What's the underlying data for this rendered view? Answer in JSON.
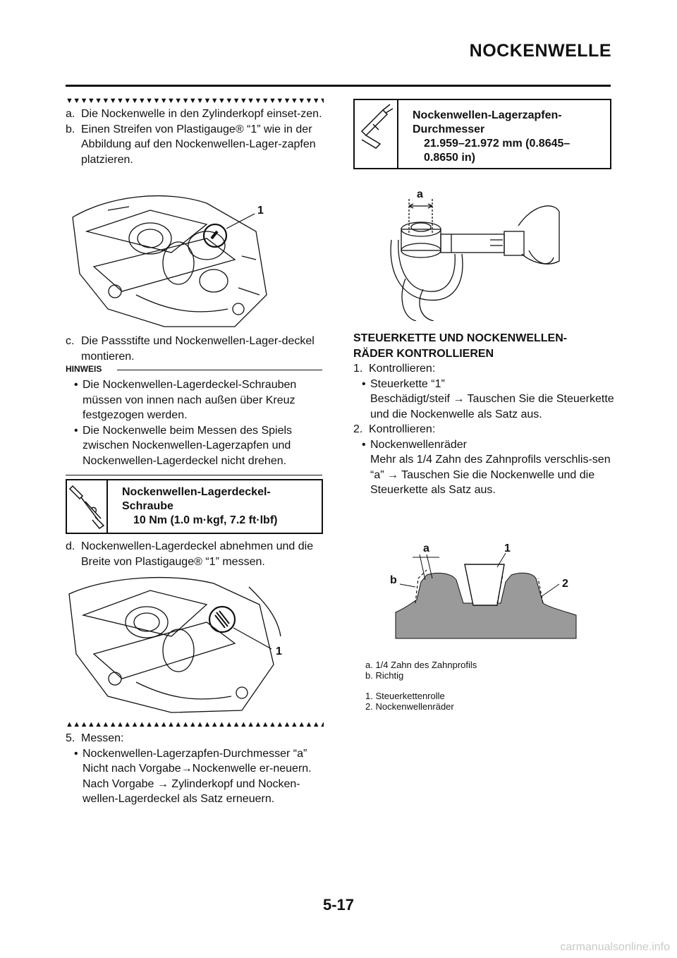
{
  "header": {
    "title": "NOCKENWELLE"
  },
  "footer": {
    "page_number": "5-17",
    "watermark": "carmanualsonline.info"
  },
  "left": {
    "triangles_down": "▼▼▼▼▼▼▼▼▼▼▼▼▼▼▼▼▼▼▼▼▼▼▼▼▼▼▼▼▼▼▼▼▼▼▼▼▼▼▼",
    "triangles_up": "▲▲▲▲▲▲▲▲▲▲▲▲▲▲▲▲▲▲▲▲▲▲▲▲▲▲▲▲▲▲▲▲▲▲▲▲▲▲▲",
    "step_a": {
      "label": "a.",
      "text": "Die Nockenwelle in den Zylinderkopf einset-zen."
    },
    "step_b": {
      "label": "b.",
      "text": "Einen Streifen von Plastigauge® “1” wie in der Abbildung auf den Nockenwellen-Lager-zapfen platzieren."
    },
    "fig1_callout": "1",
    "step_c": {
      "label": "c.",
      "text": "Die Passstifte und Nockenwellen-Lager-deckel montieren."
    },
    "hinweis": {
      "title": "HINWEIS",
      "bullets": [
        "Die Nockenwellen-Lagerdeckel-Schrauben müssen von innen nach außen über Kreuz festgezogen werden.",
        "Die Nockenwelle beim Messen des Spiels zwischen Nockenwellen-Lagerzapfen und Nockenwellen-Lagerdeckel nicht drehen."
      ]
    },
    "torque_spec": {
      "name_line1": "Nockenwellen-Lagerdeckel-",
      "name_line2": "Schraube",
      "value": "10 Nm (1.0 m·kgf, 7.2 ft·lbf)",
      "icon": "torque-wrench-icon"
    },
    "step_d": {
      "label": "d.",
      "text": "Nockenwellen-Lagerdeckel abnehmen und die Breite von Plastigauge® “1” messen."
    },
    "fig2_callout": "1",
    "step_5": {
      "label": "5.",
      "title": "Messen:",
      "bullet": "Nockenwellen-Lagerzapfen-Durchmesser “a”",
      "line1": "Nicht nach Vorgabe→Nockenwelle er-neuern.",
      "line2": "Nach Vorgabe → Zylinderkopf und Nocken-wellen-Lagerdeckel als Satz erneuern."
    }
  },
  "right": {
    "diameter_spec": {
      "name_line1": "Nockenwellen-Lagerzapfen-",
      "name_line2": "Durchmesser",
      "value": "21.959–21.972 mm (0.8645–0.8650 in)",
      "icon": "caliper-icon"
    },
    "fig3_callout": "a",
    "section": {
      "heading_line1": "STEUERKETTE UND NOCKENWELLEN-",
      "heading_line2": "RÄDER KONTROLLIEREN",
      "item1": {
        "label": "1.",
        "title": "Kontrollieren:",
        "bullet": "Steuerkette “1”",
        "text": "Beschädigt/steif → Tauschen Sie die Steuerkette und die Nockenwelle als Satz aus."
      },
      "item2": {
        "label": "2.",
        "title": "Kontrollieren:",
        "bullet": "Nockenwellenräder",
        "text": "Mehr als 1/4 Zahn des Zahnprofils verschlis-sen “a” → Tauschen Sie die Nockenwelle und die Steuerkette als Satz aus."
      }
    },
    "fig4_callouts": {
      "a": "a",
      "b": "b",
      "one": "1",
      "two": "2"
    },
    "legend_letters": [
      "a. 1/4 Zahn des Zahnprofils",
      "b. Richtig"
    ],
    "legend_numbers": [
      "1. Steuerkettenrolle",
      "2. Nockenwellenräder"
    ]
  }
}
